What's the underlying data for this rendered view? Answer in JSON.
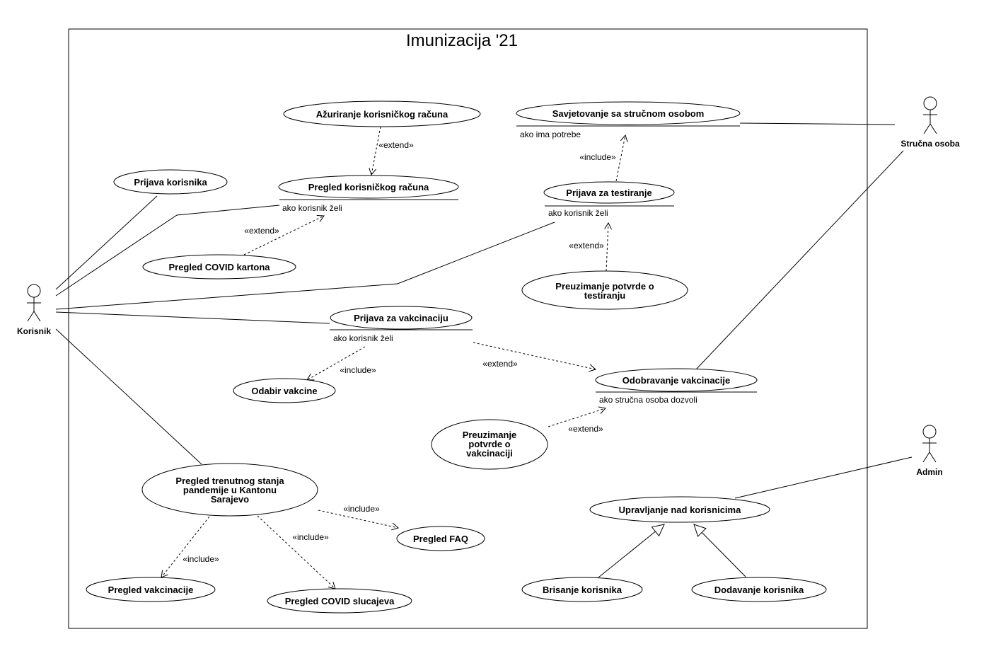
{
  "title": "Imunizacija '21",
  "actors": {
    "korisnik": "Korisnik",
    "strucna": "Stručna osoba",
    "admin": "Admin"
  },
  "usecases": {
    "azuriranje": "Ažuriranje korisničkog računa",
    "savjetovanje": "Savjetovanje sa stručnom osobom",
    "prijava_korisnika": "Prijava korisnika",
    "pregled_racuna": "Pregled korisničkog računa",
    "prijava_testiranje": "Prijava za testiranje",
    "pregled_covid_kartona": "Pregled COVID kartona",
    "preuzimanje_testiranje": [
      "Preuzimanje potvrde o",
      "testiranju"
    ],
    "prijava_vakcinaciju": "Prijava za vakcinaciju",
    "odabir_vakcine": "Odabir vakcine",
    "odobravanje": "Odobravanje vakcinacije",
    "preuzimanje_vakcinaciji": [
      "Preuzimanje",
      "potvrde o",
      "vakcinaciji"
    ],
    "pregled_stanja": [
      "Pregled trenutnog stanja",
      "pandemije u Kantonu",
      "Sarajevo"
    ],
    "upravljanje": "Upravljanje nad korisnicima",
    "pregled_faq": "Pregled FAQ",
    "pregled_vakcinacije": "Pregled vakcinacije",
    "pregled_covid_slucajeva": "Pregled COVID slucajeva",
    "brisanje": "Brisanje korisnika",
    "dodavanje": "Dodavanje korisnika"
  },
  "conditions": {
    "ako_ima_potrebe": "ako ima potrebe",
    "ako_korisnik_zeli_racun": "ako korisnik želi",
    "ako_korisnik_zeli_testiranje": "ako korisnik želi",
    "ako_korisnik_zeli_vakcinaciju": "ako korisnik želi",
    "ako_strucna_osoba_dozvoli": "ako stručna osoba dozvoli"
  },
  "stereotypes": {
    "extend": "«extend»",
    "include": "«include»"
  }
}
